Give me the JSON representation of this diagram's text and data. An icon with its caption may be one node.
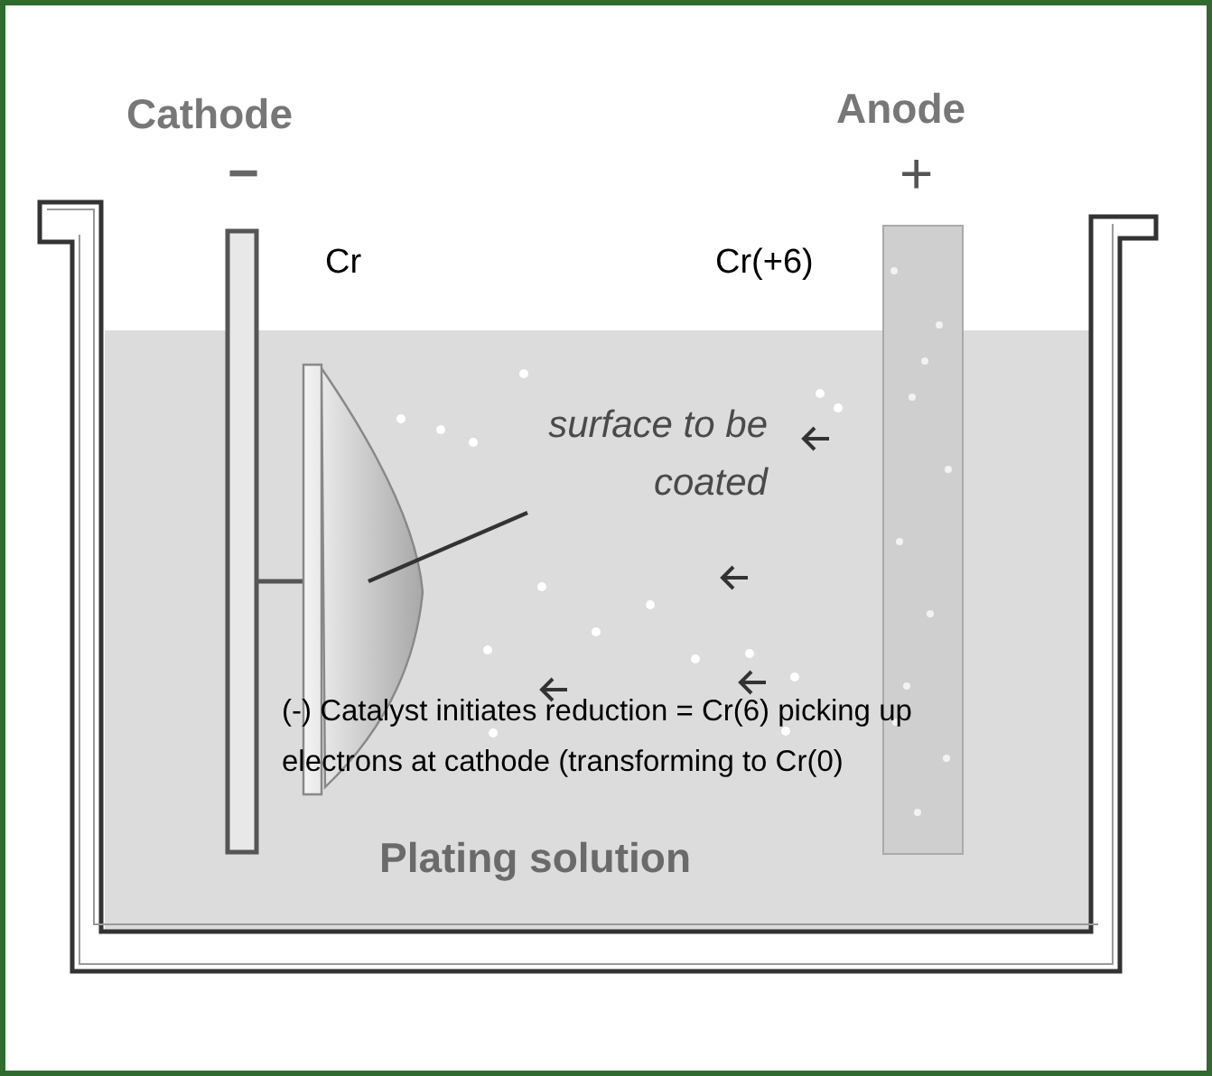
{
  "diagram": {
    "nodes": [
      {
        "text": [
          "surface to be coated"
        ]
      },
      {
        "text": [],
        "shape": "dome"
      }
    ],
    "edges": [
      {
        "from": 0,
        "to": 1,
        "arrow": "none"
      }
    ],
    "labels": [
      "Cathode",
      "−",
      "Anode",
      "+",
      "Cr",
      "Cr(+6)",
      "(-) Catalyst initiates reduction = Cr(6) picking up electrons at cathode (transforming to Cr(0)",
      "Plating solution"
    ]
  }
}
